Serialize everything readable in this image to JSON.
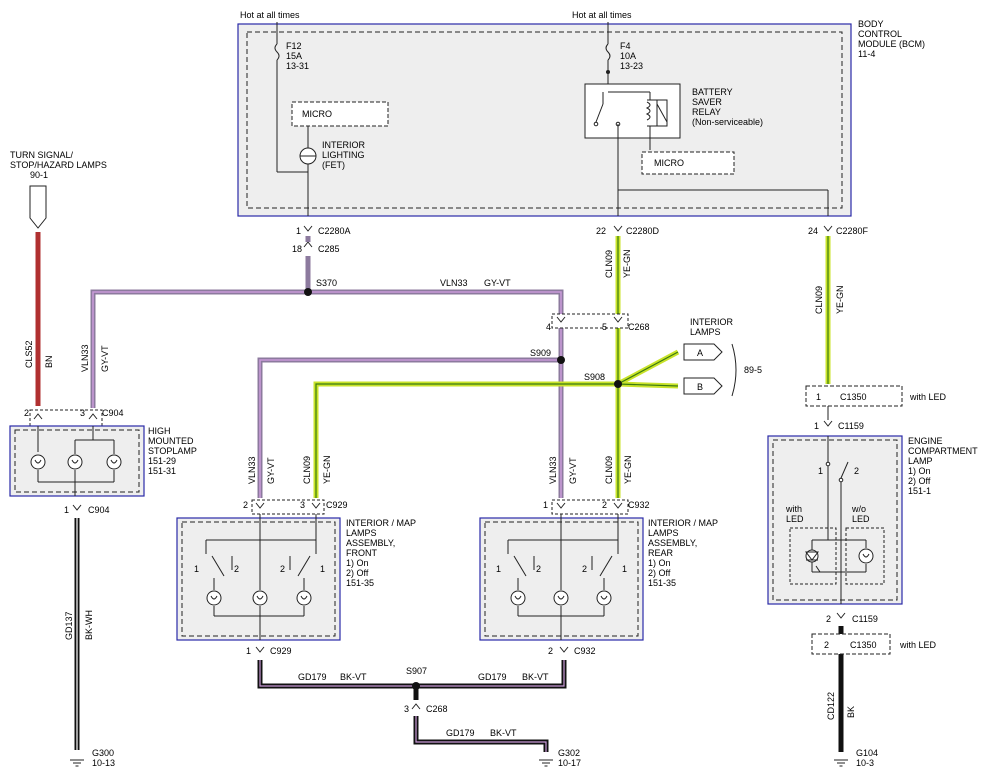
{
  "colors": {
    "BN": "#b03030",
    "GY-VT": "#8c7a9e",
    "VT-tracer": "#c99ad8",
    "YE-GN": "#c9e32a",
    "GN-tracer": "#3a7a10",
    "BK": "#111111",
    "WH-tracer": "#ffffff",
    "box_border": "#2a2aa8",
    "box_fill": "#eeeeee"
  },
  "labels": {
    "hot1": "Hot at all times",
    "hot2": "Hot at all times",
    "f12": [
      "F12",
      "15A",
      "13-31"
    ],
    "f4": [
      "F4",
      "10A",
      "13-23"
    ],
    "bcm": [
      "BODY",
      "CONTROL",
      "MODULE (BCM)",
      "11-4"
    ],
    "micro1": "MICRO",
    "micro2": "MICRO",
    "interior_fet": [
      "INTERIOR",
      "LIGHTING",
      "(FET)"
    ],
    "battery_saver": [
      "BATTERY",
      "SAVER",
      "RELAY",
      "(Non-serviceable)"
    ],
    "turn_signal": [
      "TURN SIGNAL/",
      "STOP/HAZARD LAMPS",
      "90-1"
    ],
    "c2280a": "C2280A",
    "c2280a_pin": "1",
    "c285": "C285",
    "c285_pin": "18",
    "c2280d": "C2280D",
    "c2280d_pin": "22",
    "c2280f": "C2280F",
    "c2280f_pin": "24",
    "s370": "S370",
    "vln33_top": "VLN33",
    "gyvt_top": "GY-VT",
    "c268_top": "C268",
    "c268_pin4": "4",
    "c268_pin5": "5",
    "interior_lamps": [
      "INTERIOR",
      "LAMPS"
    ],
    "lamp_a": "A",
    "lamp_b": "B",
    "ref_89_5": "89-5",
    "s909": "S909",
    "s908": "S908",
    "wire_cls52": "CLS52",
    "wire_bn": "BN",
    "wire_vln33_left": "VLN33",
    "wire_gyvt_left": "GY-VT",
    "wire_cln09_d": "CLN09",
    "wire_yegn_d": "YE-GN",
    "wire_cln09_f": "CLN09",
    "wire_yegn_f": "YE-GN",
    "c904_pin2": "2",
    "c904_pin3": "3",
    "c904": "C904",
    "hmsl": [
      "HIGH",
      "MOUNTED",
      "STOPLAMP",
      "151-29",
      "151-31"
    ],
    "c904b_pin": "1",
    "c904b": "C904",
    "gd137": "GD137",
    "bkwh": "BK-WH",
    "g300": [
      "G300",
      "10-13"
    ],
    "wire_vln33_front": "VLN33",
    "wire_gyvt_front": "GY-VT",
    "wire_cln09_front": "CLN09",
    "wire_yegn_front": "YE-GN",
    "wire_vln33_rear": "VLN33",
    "wire_gyvt_rear": "GY-VT",
    "wire_cln09_rear": "CLN09",
    "wire_yegn_rear": "YE-GN",
    "c929_pin2": "2",
    "c929_pin3": "3",
    "c929": "C929",
    "c932_pin1": "1",
    "c932_pin2": "2",
    "c932": "C932",
    "front_lamps": [
      "INTERIOR / MAP",
      "LAMPS",
      "ASSEMBLY,",
      "FRONT",
      "1) On",
      "2) Off",
      "151-35"
    ],
    "rear_lamps": [
      "INTERIOR / MAP",
      "LAMPS",
      "ASSEMBLY,",
      "REAR",
      "1) On",
      "2) Off",
      "151-35"
    ],
    "sw1": "1",
    "sw2": "2",
    "c929b_pin": "1",
    "c929b": "C929",
    "c932b_pin": "2",
    "c932b": "C932",
    "s907": "S907",
    "gd179_a": "GD179",
    "bkvt_a": "BK-VT",
    "gd179_b": "GD179",
    "bkvt_b": "BK-VT",
    "gd179_c": "GD179",
    "bkvt_c": "BK-VT",
    "c268b_pin": "3",
    "c268b": "C268",
    "g302": [
      "G302",
      "10-17"
    ],
    "c1350_pin": "1",
    "c1350": "C1350",
    "with_led": "with LED",
    "c1159_pin": "1",
    "c1159": "C1159",
    "engine_lamp": [
      "ENGINE",
      "COMPARTMENT",
      "LAMP",
      "1) On",
      "2) Off",
      "151-1"
    ],
    "ec_sw1": "1",
    "ec_sw2": "2",
    "with_led_inner": [
      "with",
      "LED"
    ],
    "wo_led_inner": [
      "w/o",
      "LED"
    ],
    "c1159b_pin": "2",
    "c1159b": "C1159",
    "c1350b_pin": "2",
    "c1350b": "C1350",
    "with_led_b": "with LED",
    "cd122": "CD122",
    "bk": "BK",
    "g104": [
      "G104",
      "10-3"
    ]
  }
}
